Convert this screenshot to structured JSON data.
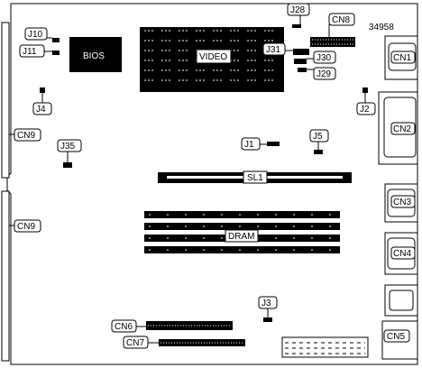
{
  "diagram": {
    "part_number": "34958",
    "bios_label": "BIOS",
    "video_label": "VIDEO",
    "slot_label": "SL1",
    "dram_label": "DRAM",
    "callouts": {
      "j28": "J28",
      "cn8": "CN8",
      "j10": "J10",
      "j11": "J11",
      "j31": "J31",
      "j30": "J30",
      "j29": "J29",
      "cn1": "CN1",
      "j4": "J4",
      "j2": "J2",
      "cn2": "CN2",
      "cn9_top": "CN9",
      "j35": "J35",
      "j1": "J1",
      "j5": "J5",
      "cn3": "CN3",
      "cn9_bottom": "CN9",
      "cn4": "CN4",
      "j3": "J3",
      "cn6": "CN6",
      "cn7": "CN7",
      "cn5": "CN5"
    }
  }
}
